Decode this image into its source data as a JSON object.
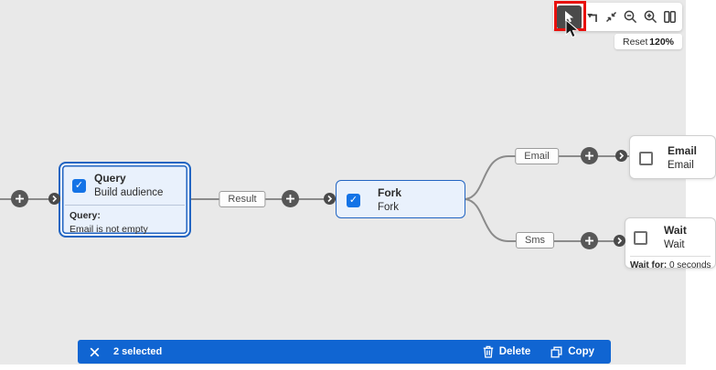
{
  "toolbar": {
    "reset_label": "Reset",
    "zoom_level": "120%",
    "tools": [
      "select-pointer",
      "connector",
      "fit-view",
      "zoom-out",
      "zoom-in",
      "minimap"
    ]
  },
  "nodes": {
    "query": {
      "title": "Query",
      "subtitle": "Build audience",
      "detail_label": "Query:",
      "detail_value": "Email is not empty",
      "checked": true
    },
    "fork": {
      "title": "Fork",
      "subtitle": "Fork",
      "checked": true
    },
    "email": {
      "title": "Email",
      "subtitle": "Email",
      "checked": false
    },
    "wait": {
      "title": "Wait",
      "subtitle": "Wait",
      "detail_label": "Wait for:",
      "detail_value": "0 seconds",
      "checked": false
    }
  },
  "edge_labels": {
    "result": "Result",
    "email": "Email",
    "sms": "Sms"
  },
  "selection_bar": {
    "count": "2 selected",
    "delete": "Delete",
    "copy": "Copy"
  },
  "colors": {
    "canvas": "#e9e9e9",
    "node_fill": "#e9f1fc",
    "node_border": "#2265c2",
    "checkbox_blue": "#1473e6",
    "bar_blue": "#1065d2",
    "annotation_red": "#e8100c",
    "edge_gray": "#8b8b8b"
  }
}
